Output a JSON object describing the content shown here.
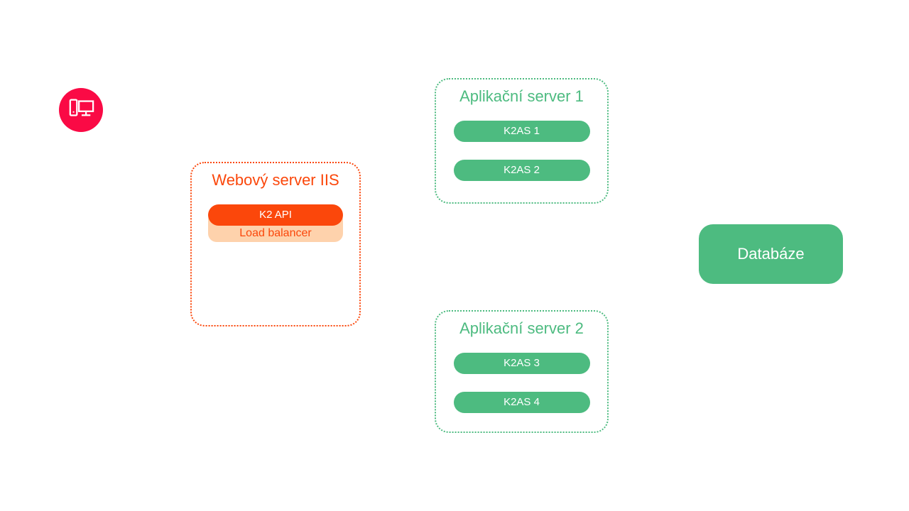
{
  "client": {
    "icon": "desktop-computer",
    "bg_color": "#FA0A45"
  },
  "web_server": {
    "title": "Webový server IIS",
    "accent_color": "#FB470B",
    "api_label": "K2 API",
    "load_balancer_label": "Load balancer",
    "load_balancer_bg": "#FED2AC"
  },
  "app_server_1": {
    "title": "Aplikační server 1",
    "accent_color": "#4DBB80",
    "items": [
      {
        "label": "K2AS 1"
      },
      {
        "label": "K2AS 2"
      }
    ]
  },
  "app_server_2": {
    "title": "Aplikační server 2",
    "accent_color": "#4DBB80",
    "items": [
      {
        "label": "K2AS 3"
      },
      {
        "label": "K2AS 4"
      }
    ]
  },
  "database": {
    "label": "Databáze",
    "bg_color": "#4DBB80"
  }
}
